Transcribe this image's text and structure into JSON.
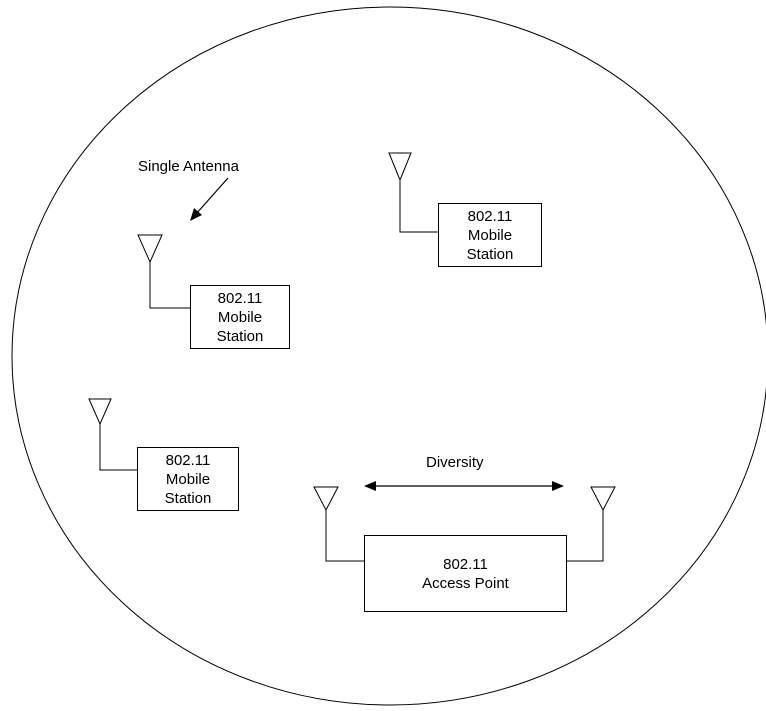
{
  "annotations": {
    "single_antenna": "Single Antenna",
    "diversity": "Diversity"
  },
  "stations": [
    {
      "line1": "802.11",
      "line2": "Mobile",
      "line3": "Station"
    },
    {
      "line1": "802.11",
      "line2": "Mobile",
      "line3": "Station"
    },
    {
      "line1": "802.11",
      "line2": "Mobile",
      "line3": "Station"
    }
  ],
  "access_point": {
    "line1": "802.11",
    "line2": "Access Point"
  }
}
